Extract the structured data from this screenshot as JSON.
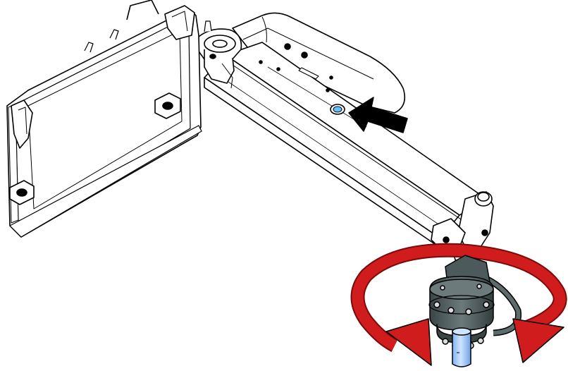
{
  "diagram": {
    "colors": {
      "background": "#ffffff",
      "line": "#000000",
      "rotation_arrow": "#d01c1c",
      "rotation_arrow_shadow": "#7a0a0a",
      "pointer_arrow": "#000000",
      "highlight_hole": "#5fc4ff",
      "rotator_body": "#4d5a5b",
      "rotator_dark": "#2e3838",
      "shaft": "#a9cfff"
    },
    "parts": {
      "bracket": "mounting-bracket",
      "arm": "boom-arm",
      "hinge": "hinge-knuckle",
      "pivot": "end-pivot",
      "rotator": "rotator-unit",
      "shaft": "output-shaft"
    },
    "icons": {
      "pointer": "arrow-icon",
      "rotation": "rotation-arrow-icon"
    }
  }
}
